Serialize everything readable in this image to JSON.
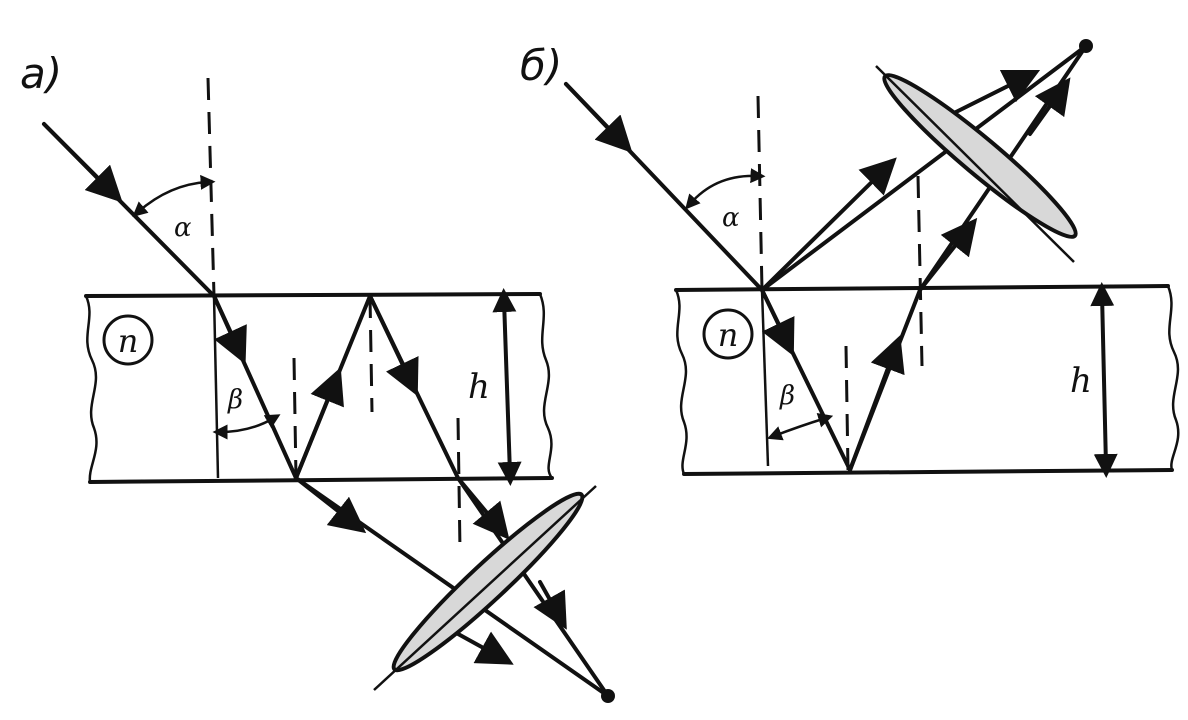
{
  "panels": {
    "a": {
      "label": "а)",
      "medium": "n",
      "incidence_angle": "α",
      "refraction_angle": "β",
      "thickness": "h"
    },
    "b": {
      "label": "б)",
      "medium": "n",
      "incidence_angle": "α",
      "refraction_angle": "β",
      "thickness": "h"
    }
  },
  "colors": {
    "ink": "#111111",
    "background": "#ffffff"
  }
}
